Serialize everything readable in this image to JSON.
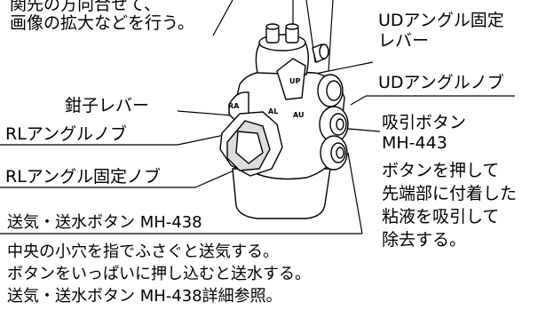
{
  "top_left": {
    "line1": "関先の方向合せて、",
    "line2": "画像の拡大などを行う。"
  },
  "ud_lock_lever": {
    "line1": "UDアングル固定",
    "line2": "レバー"
  },
  "ud_knob": "UDアングルノブ",
  "forceps_lever": "鉗子レバー",
  "rl_knob": "RLアングルノブ",
  "rl_lock_knob": "RLアングル固定ノブ",
  "suction_button": {
    "line1": "吸引ボタン",
    "line2": "MH-443",
    "desc": [
      "ボタンを押して",
      "先端部に付着した",
      "粘液を吸引して",
      "除去する。"
    ]
  },
  "air_water_button": {
    "title": "送気・送水ボタン MH-438",
    "desc": [
      "中央の小穴を指でふさぐと送気する。",
      "ボタンをいっぱいに押し込むと送水する。",
      "送気・送水ボタン MH-438詳細参照。"
    ]
  },
  "body_marks": {
    "al": "AL",
    "au": "AU",
    "ra": "RA",
    "up": "UP"
  }
}
